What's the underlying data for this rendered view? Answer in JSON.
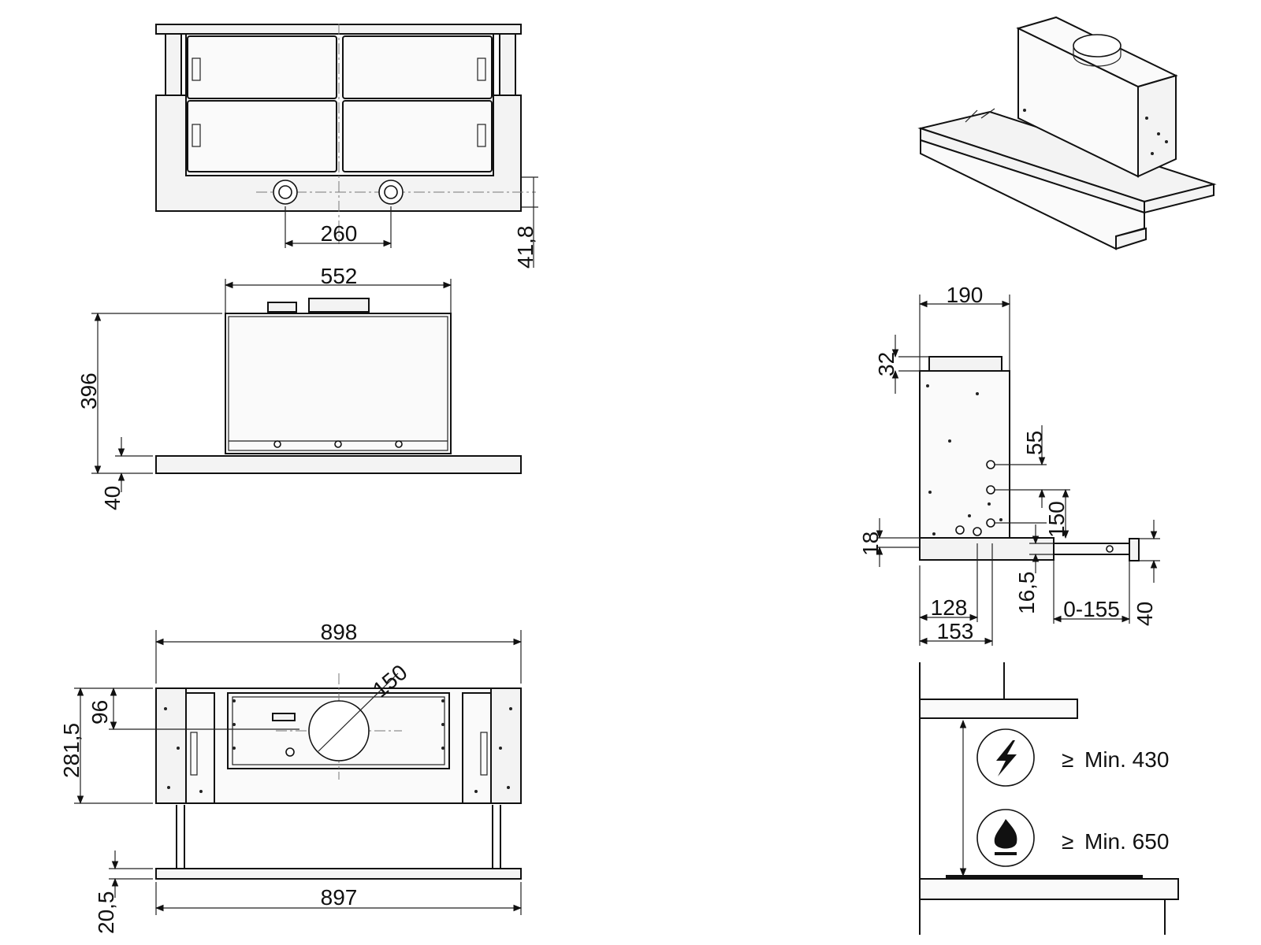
{
  "dimensions": {
    "front_top": {
      "hole_spacing": "260",
      "edge_offset": "41,8"
    },
    "front_view": {
      "width": "552",
      "height": "396",
      "slider_height": "40"
    },
    "plan_view": {
      "outer_width": "898",
      "depth": "281,5",
      "outlet_offset": "96",
      "outlet_diameter": "150",
      "front_width": "897",
      "front_thickness": "20,5"
    },
    "side_view": {
      "depth": "190",
      "collar_height": "32",
      "offset_a": "55",
      "offset_b": "150",
      "bottom_18": "18",
      "offset_16_5": "16,5",
      "depth_128": "128",
      "depth_153": "153",
      "extension": "0-155",
      "front_height": "40"
    }
  },
  "clearances": {
    "electric": {
      "symbol": "≥",
      "text": "Min. 430",
      "icon": "lightning-bolt-icon"
    },
    "gas": {
      "symbol": "≥",
      "text": "Min. 650",
      "icon": "gas-flame-icon"
    }
  }
}
